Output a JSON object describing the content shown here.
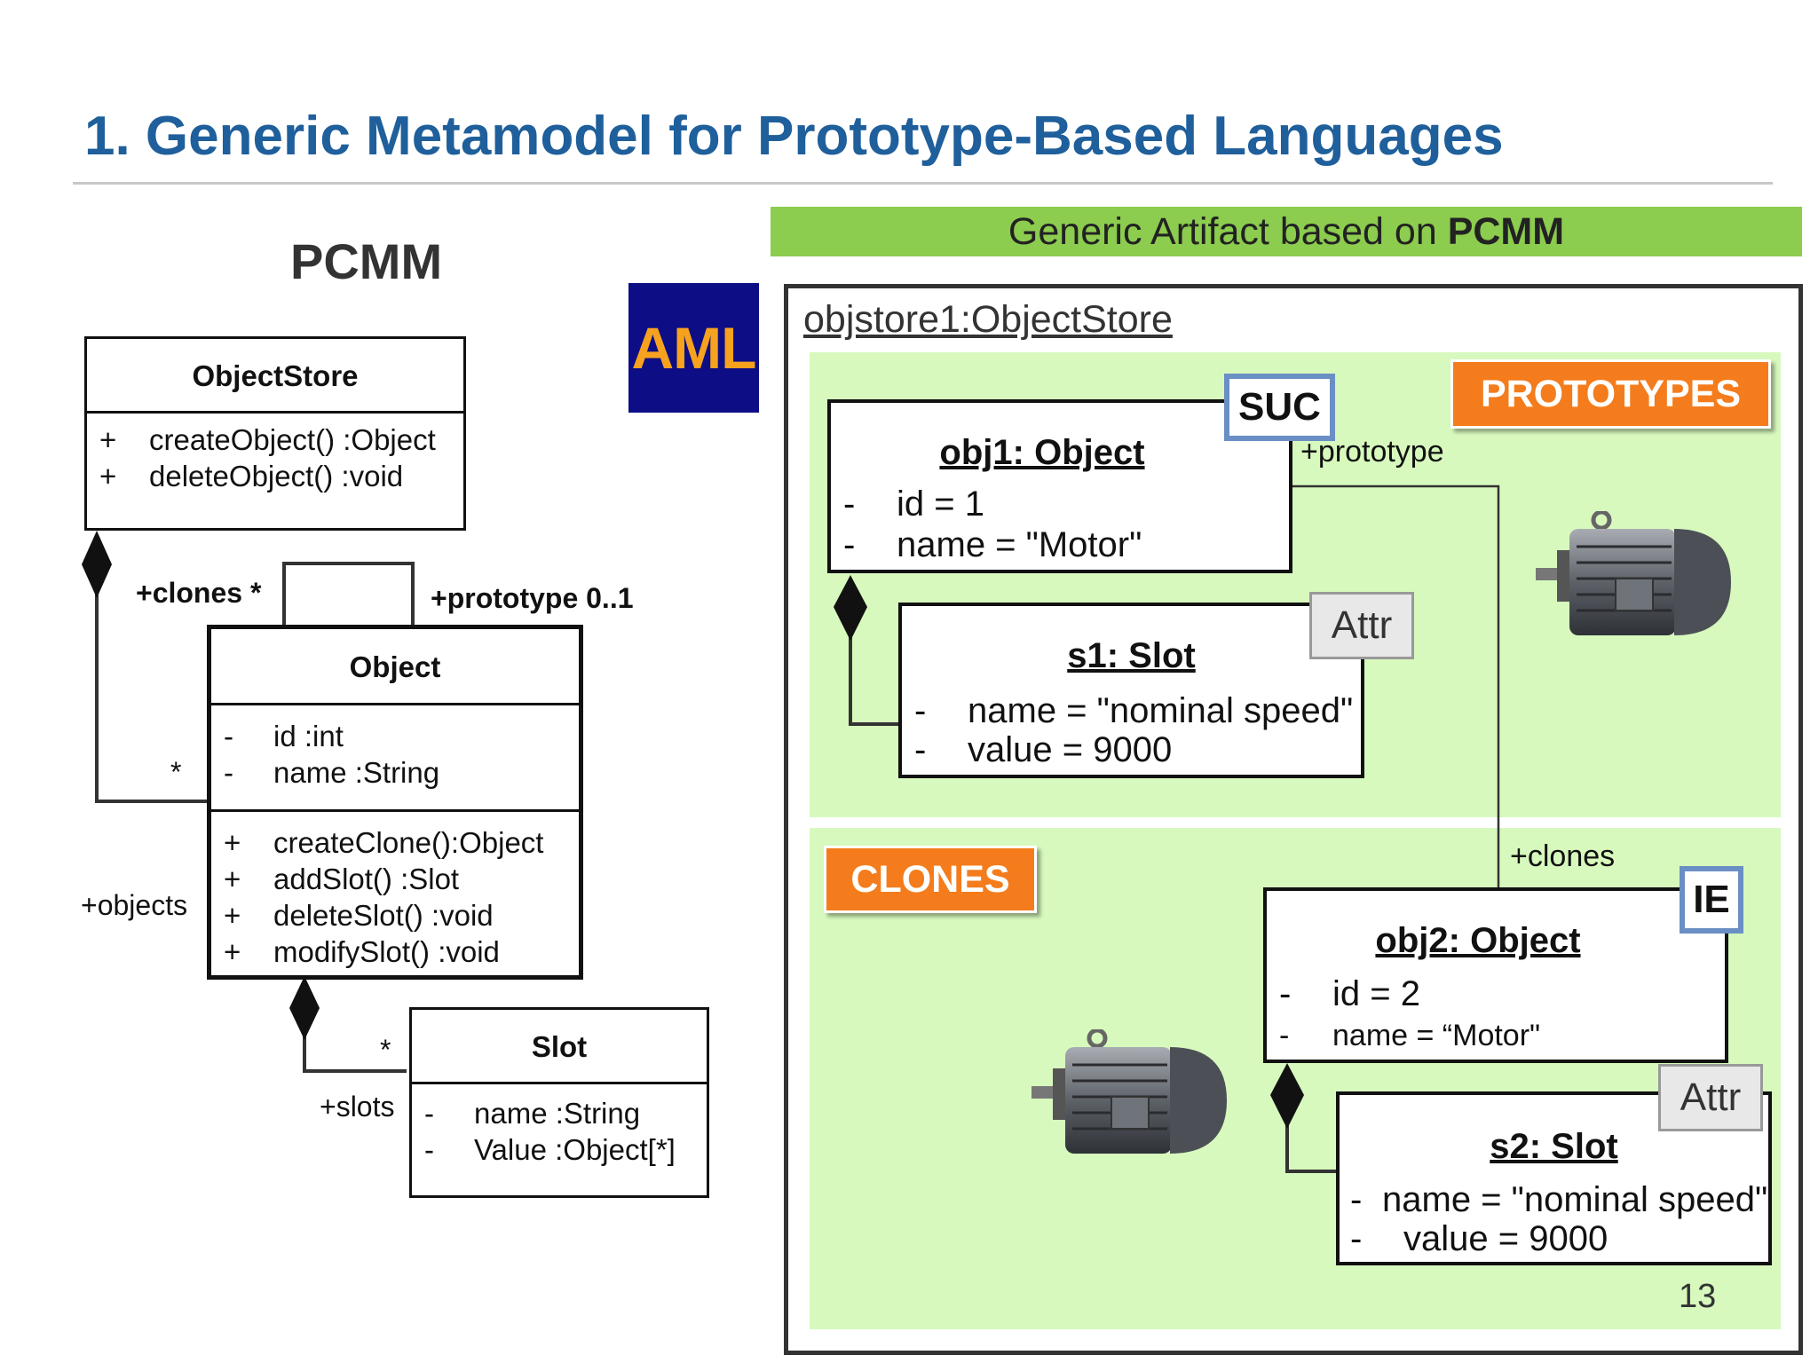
{
  "title": "1. Generic Metamodel for Prototype-Based Languages",
  "left": {
    "heading": "PCMM",
    "objectstore": {
      "name": "ObjectStore",
      "operations": [
        {
          "sym": "+",
          "text": "createObject()  :Object"
        },
        {
          "sym": "+",
          "text": "deleteObject()  :void"
        }
      ]
    },
    "object": {
      "name": "Object",
      "attributes": [
        {
          "sym": "-",
          "text": "id  :int"
        },
        {
          "sym": "-",
          "text": "name  :String"
        }
      ],
      "operations": [
        {
          "sym": "+",
          "text": "createClone():Object"
        },
        {
          "sym": "+",
          "text": "addSlot()  :Slot"
        },
        {
          "sym": "+",
          "text": "deleteSlot()  :void"
        },
        {
          "sym": "+",
          "text": "modifySlot()  :void"
        }
      ]
    },
    "slot": {
      "name": "Slot",
      "attributes": [
        {
          "sym": "-",
          "text": "name  :String"
        },
        {
          "sym": "-",
          "text": "Value  :Object[*]"
        }
      ]
    },
    "labels": {
      "clones": "+clones *",
      "prototype": "+prototype 0..1",
      "objects_mult": "*",
      "objects": "+objects",
      "slots_mult": "*",
      "slots": "+slots"
    }
  },
  "aml_logo": "AML",
  "right": {
    "banner_prefix": "Generic Artifact based on ",
    "banner_bold": "PCMM",
    "objstore_label": "objstore1:ObjectStore",
    "prototypes_tag": "PROTOTYPES",
    "clones_tag": "CLONES",
    "obj1": {
      "name": "obj1: Object",
      "rows": [
        {
          "sym": "-",
          "text": "id = 1"
        },
        {
          "sym": "-",
          "text": "name = \"Motor\""
        }
      ],
      "badge": "SUC"
    },
    "s1": {
      "name": "s1: Slot",
      "rows": [
        {
          "sym": "-",
          "text": "name = \"nominal speed\""
        },
        {
          "sym": "-",
          "text": "value = 9000"
        }
      ],
      "badge": "Attr"
    },
    "obj2": {
      "name": "obj2: Object",
      "rows": [
        {
          "sym": "-",
          "text": "id = 2"
        },
        {
          "sym": "-",
          "text": "name = “Motor\""
        }
      ],
      "badge": "IE"
    },
    "s2": {
      "name": "s2: Slot",
      "rows": [
        {
          "sym": "-",
          "text": "name = \"nominal speed\""
        },
        {
          "sym": "-",
          "text": "value = 9000"
        }
      ],
      "badge": "Attr"
    },
    "labels": {
      "prototype": "+prototype",
      "clones": "+clones"
    },
    "page_number": "13"
  },
  "colors": {
    "title": "#1f5f9b",
    "banner": "#8ccc4e",
    "zone": "#d7f9bd",
    "tag": "#f47c1c",
    "badge_border": "#6a8fc4",
    "aml_bg": "#0d0e85",
    "aml_text": "#f6a21e"
  },
  "icons": [
    "electric-motor-icon"
  ]
}
